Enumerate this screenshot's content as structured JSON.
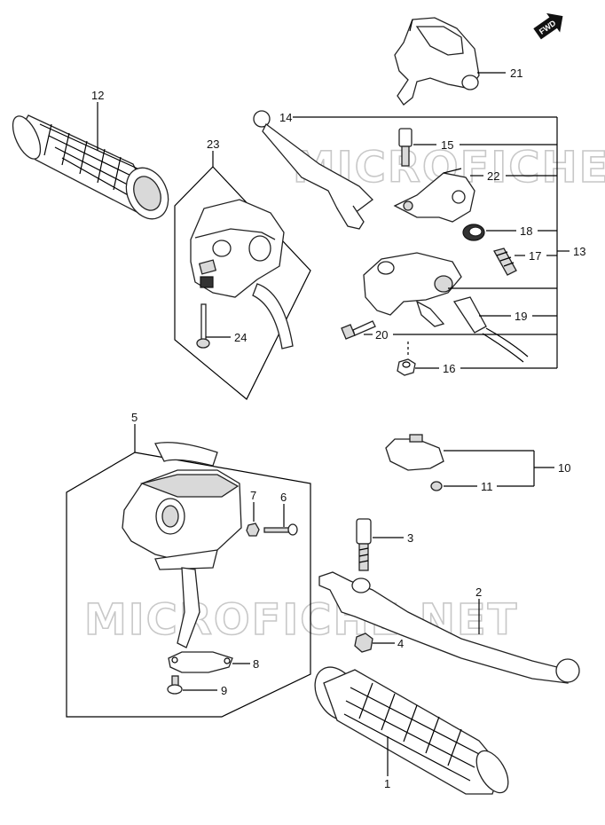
{
  "watermark": "MICROFICHE.NET",
  "forward_badge": "FWD",
  "callouts": {
    "c1": "1",
    "c2": "2",
    "c3": "3",
    "c4": "4",
    "c5": "5",
    "c6": "6",
    "c7": "7",
    "c8": "8",
    "c9": "9",
    "c10": "10",
    "c11": "11",
    "c12": "12",
    "c13": "13",
    "c14": "14",
    "c15": "15",
    "c16": "16",
    "c17": "17",
    "c18": "18",
    "c19": "19",
    "c20": "20",
    "c21": "21",
    "c22": "22",
    "c23": "23",
    "c24": "24"
  }
}
